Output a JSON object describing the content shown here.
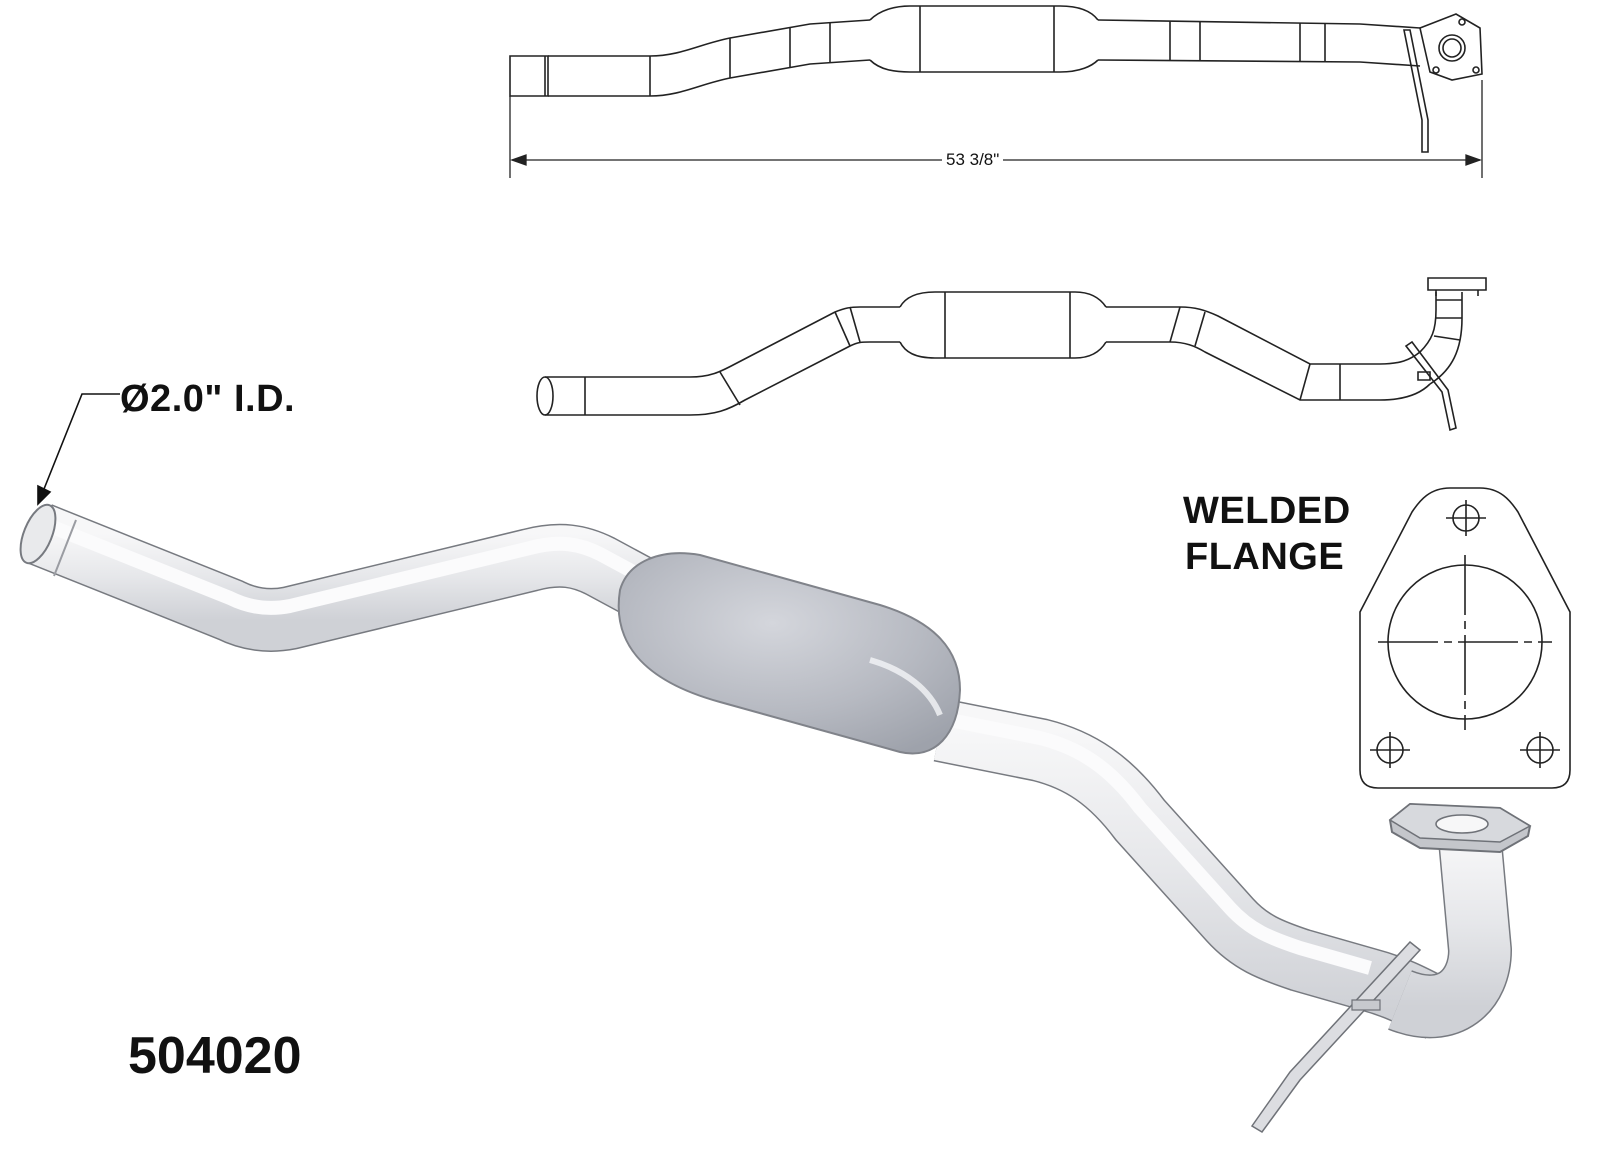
{
  "diagram": {
    "part_number": "504020",
    "dimension_length": "53 3/8\"",
    "inlet_diameter": "Ø2.0\" I.D.",
    "flange_label_line1": "WELDED",
    "flange_label_line2": "FLANGE",
    "colors": {
      "outline": "#222222",
      "pipe_fill": "#ececee",
      "catalytic_body": "#b9bcc4",
      "background": "#ffffff"
    }
  }
}
